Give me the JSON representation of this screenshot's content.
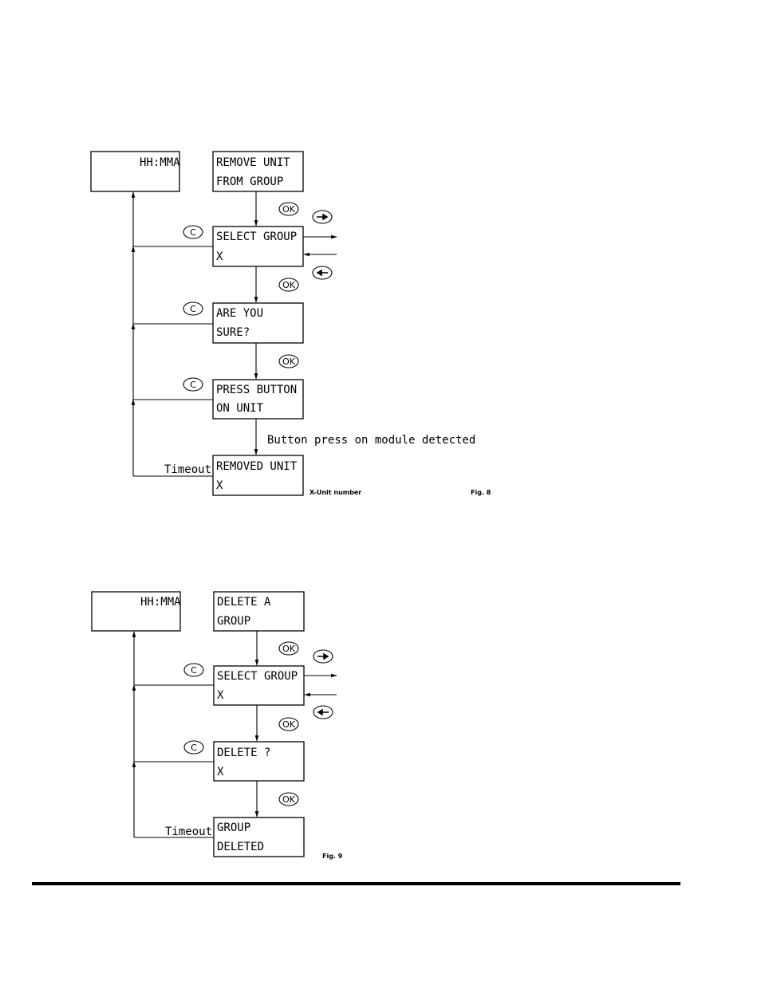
{
  "fig8": {
    "clock_screen": "HH:MMA",
    "remove_unit": [
      "REMOVE UNIT",
      "FROM GROUP"
    ],
    "select_group": [
      "SELECT GROUP",
      "X"
    ],
    "are_you_sure": [
      "ARE YOU",
      "SURE?"
    ],
    "press_button": [
      "PRESS BUTTON",
      "ON UNIT"
    ],
    "removed_unit": [
      "REMOVED UNIT",
      "X"
    ],
    "button_press_label": "Button press on module detected",
    "timeout_label": "Timeout",
    "x_note": "X-Unit number",
    "caption": "Fig. 8"
  },
  "fig9": {
    "clock_screen": "HH:MMA",
    "delete_a_group": [
      "DELETE A",
      "GROUP"
    ],
    "select_group": [
      "SELECT GROUP",
      "X"
    ],
    "delete_confirm": [
      "DELETE ?",
      "X"
    ],
    "group_deleted": [
      "GROUP",
      "DELETED"
    ],
    "timeout_label": "Timeout",
    "caption": "Fig. 9"
  },
  "keys": {
    "ok": "OK",
    "cancel": "C"
  }
}
